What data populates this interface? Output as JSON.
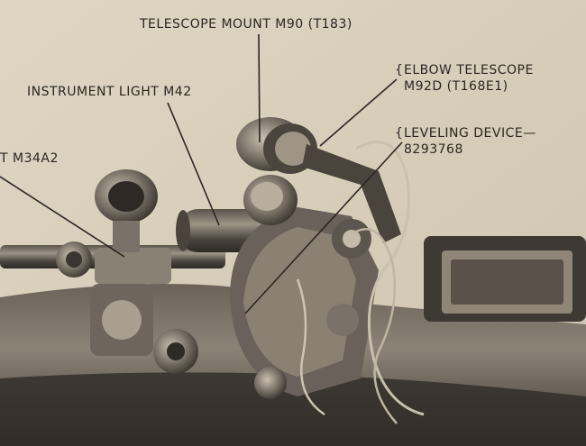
{
  "labels": {
    "telescope_mount": "TELESCOPE MOUNT M90 (T183)",
    "elbow_telescope_1": "ELBOW TELESCOPE",
    "elbow_telescope_2": "M92D (T168E1)",
    "instrument_light": "INSTRUMENT LIGHT M42",
    "leveling_device_1": "LEVELING DEVICE—",
    "leveling_device_2": "8293768",
    "mount_partial": "T M34A2"
  },
  "colors": {
    "paper": "#dcd3c0",
    "ink": "#2a2622",
    "metal_dark": "#3a3530",
    "metal_mid": "#7a7268",
    "metal_light": "#bdb4a4"
  }
}
